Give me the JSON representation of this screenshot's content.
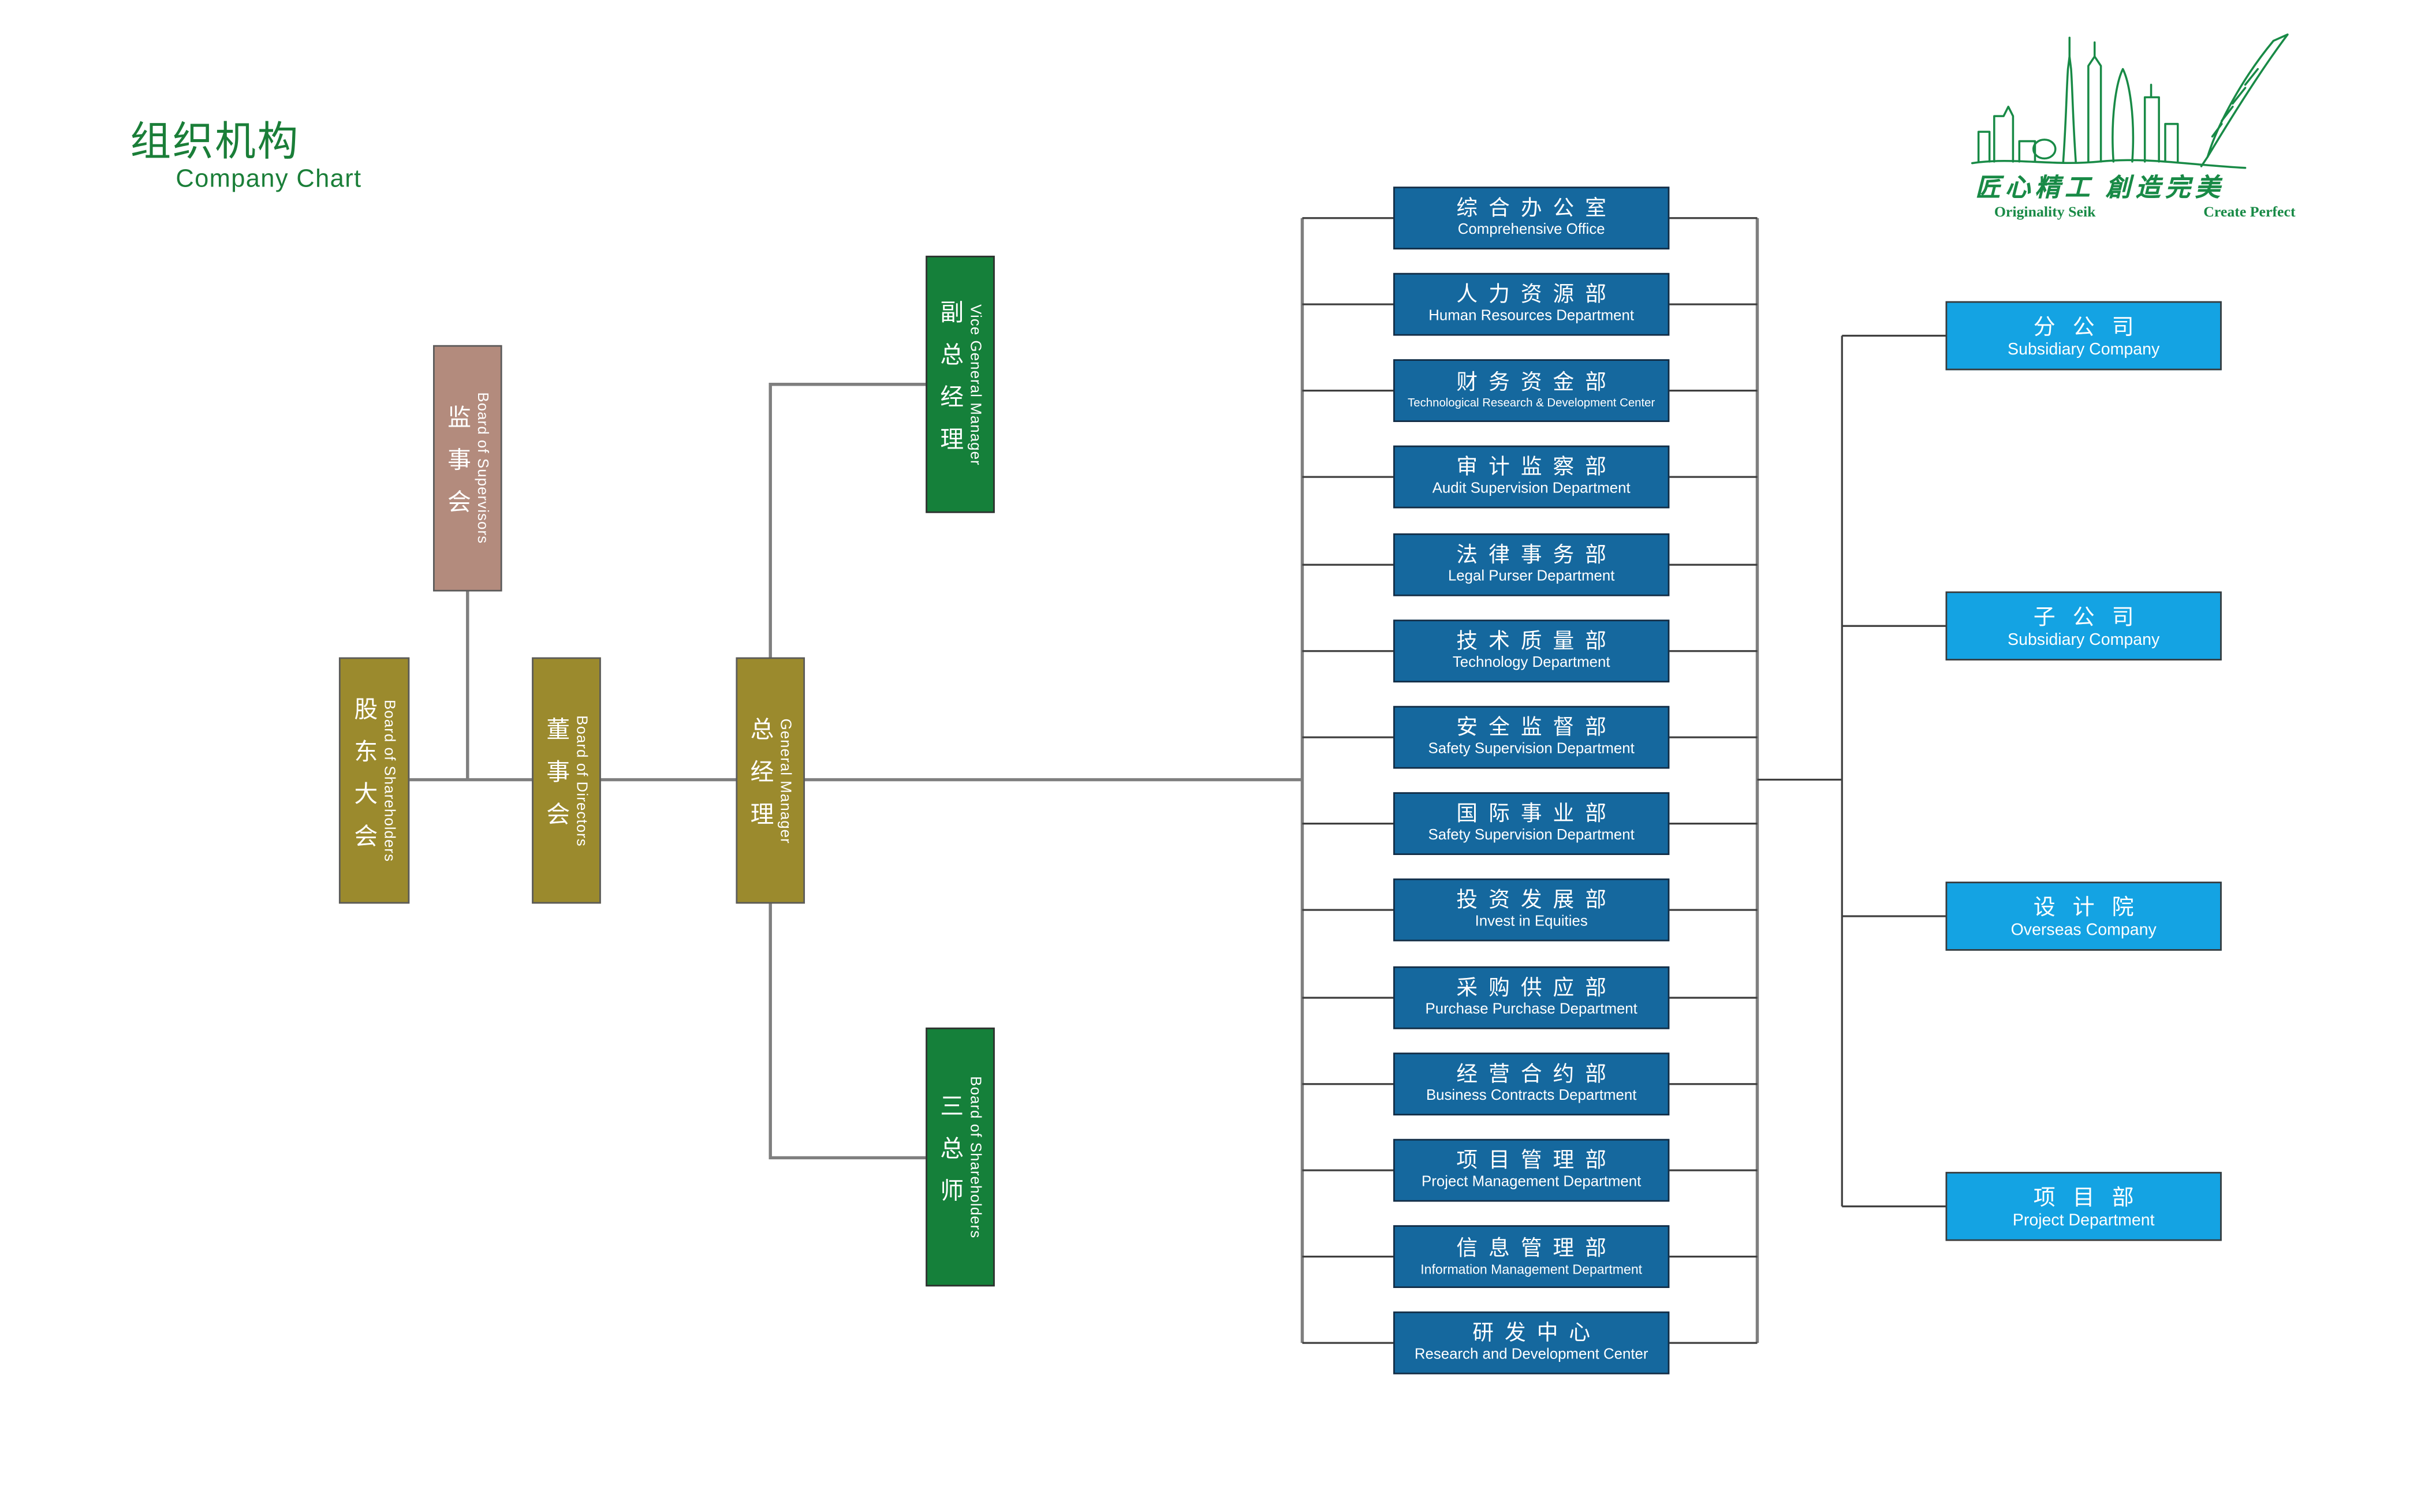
{
  "title": {
    "zh": "组织机构",
    "en": "Company Chart"
  },
  "logo": {
    "slogan_zh": "匠心精工 創造完美",
    "slogan_en_left": "Originality Seik",
    "slogan_en_right": "Create Perfect"
  },
  "governance": [
    {
      "id": "board-of-supervisors",
      "zh": "监事会",
      "en": "Board of Supervisors"
    },
    {
      "id": "board-of-shareholders",
      "zh": "股东大会",
      "en": "Board of Shareholders"
    },
    {
      "id": "board-of-directors",
      "zh": "董事会",
      "en": "Board of Directors"
    },
    {
      "id": "general-manager",
      "zh": "总经理",
      "en": "General Manager"
    },
    {
      "id": "vice-general-manager",
      "zh": "副总经理",
      "en": "Vice General Manager"
    },
    {
      "id": "three-chief-engineers",
      "zh": "三总师",
      "en": "Board of Shareholders"
    }
  ],
  "departments": [
    {
      "zh": "综合办公室",
      "en": "Comprehensive Office"
    },
    {
      "zh": "人力资源部",
      "en": "Human Resources Department"
    },
    {
      "zh": "财务资金部",
      "en": "Technological Research & Development Center"
    },
    {
      "zh": "审计监察部",
      "en": "Audit Supervision Department"
    },
    {
      "zh": "法律事务部",
      "en": "Legal Purser Department"
    },
    {
      "zh": "技术质量部",
      "en": "Technology Department"
    },
    {
      "zh": "安全监督部",
      "en": "Safety Supervision Department"
    },
    {
      "zh": "国际事业部",
      "en": "Safety Supervision Department"
    },
    {
      "zh": "投资发展部",
      "en": "Invest in Equities"
    },
    {
      "zh": "采购供应部",
      "en": "Purchase Purchase Department"
    },
    {
      "zh": "经营合约部",
      "en": "Business Contracts Department"
    },
    {
      "zh": "项目管理部",
      "en": "Project Management Department"
    },
    {
      "zh": "信息管理部",
      "en": "Information Management Department"
    },
    {
      "zh": "研发中心",
      "en": "Research and Development Center"
    }
  ],
  "affiliates": [
    {
      "zh": "分公司",
      "en": "Subsidiary Company"
    },
    {
      "zh": "子公司",
      "en": "Subsidiary Company"
    },
    {
      "zh": "设计院",
      "en": "Overseas Company"
    },
    {
      "zh": "项目部",
      "en": "Project Department"
    }
  ],
  "colors": {
    "title_green": "#1a7e38",
    "logo_green": "#188a46",
    "department_blue": "#15689e",
    "affiliate_blue": "#14a3e3",
    "olive": "#9b8a2d",
    "mauve": "#b38b7d",
    "green": "#15803a",
    "line_gray": "#7f7f7f",
    "line_dark": "#3f3f3f"
  }
}
